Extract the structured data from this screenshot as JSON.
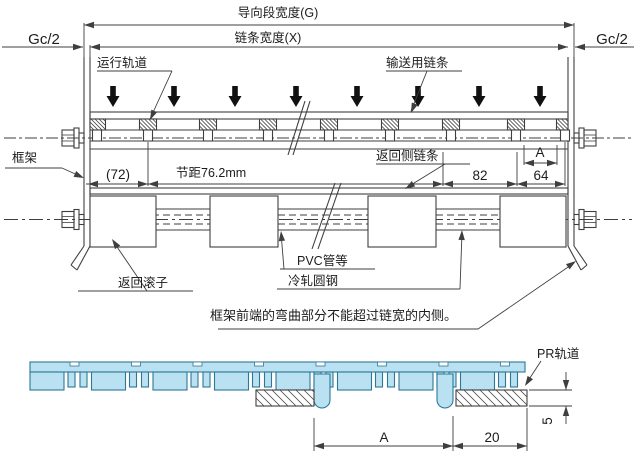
{
  "top_dimensions": {
    "guide_width": "导向段宽度(G)",
    "chain_width": "链条宽度(X)",
    "gc_half_left": "Gc/2",
    "gc_half_right": "Gc/2"
  },
  "main_view": {
    "labels": {
      "running_track": "运行轨道",
      "conveyor_chain": "输送用链条",
      "frame": "框架",
      "return_chain": "返回侧链条",
      "return_roller": "返回滚子",
      "pvc_pipe": "PVC管等",
      "steel_rod": "冷轧圆钢"
    },
    "dimensions": {
      "d72": "(72)",
      "pitch": "节距76.2mm",
      "d82": "82",
      "d64": "64",
      "a": "A"
    },
    "note": "框架前端的弯曲部分不能超过链宽的内侧。"
  },
  "section_view": {
    "labels": {
      "pr_track": "PR轨道"
    },
    "dimensions": {
      "a": "A",
      "d20": "20",
      "d5": "5"
    }
  },
  "colors": {
    "line": "#3f3f3f",
    "dim": "#3f3f3f",
    "arrow_fill": "#111111",
    "chain_fill": "#b9e1f2",
    "chain_stroke": "#2e7796"
  }
}
